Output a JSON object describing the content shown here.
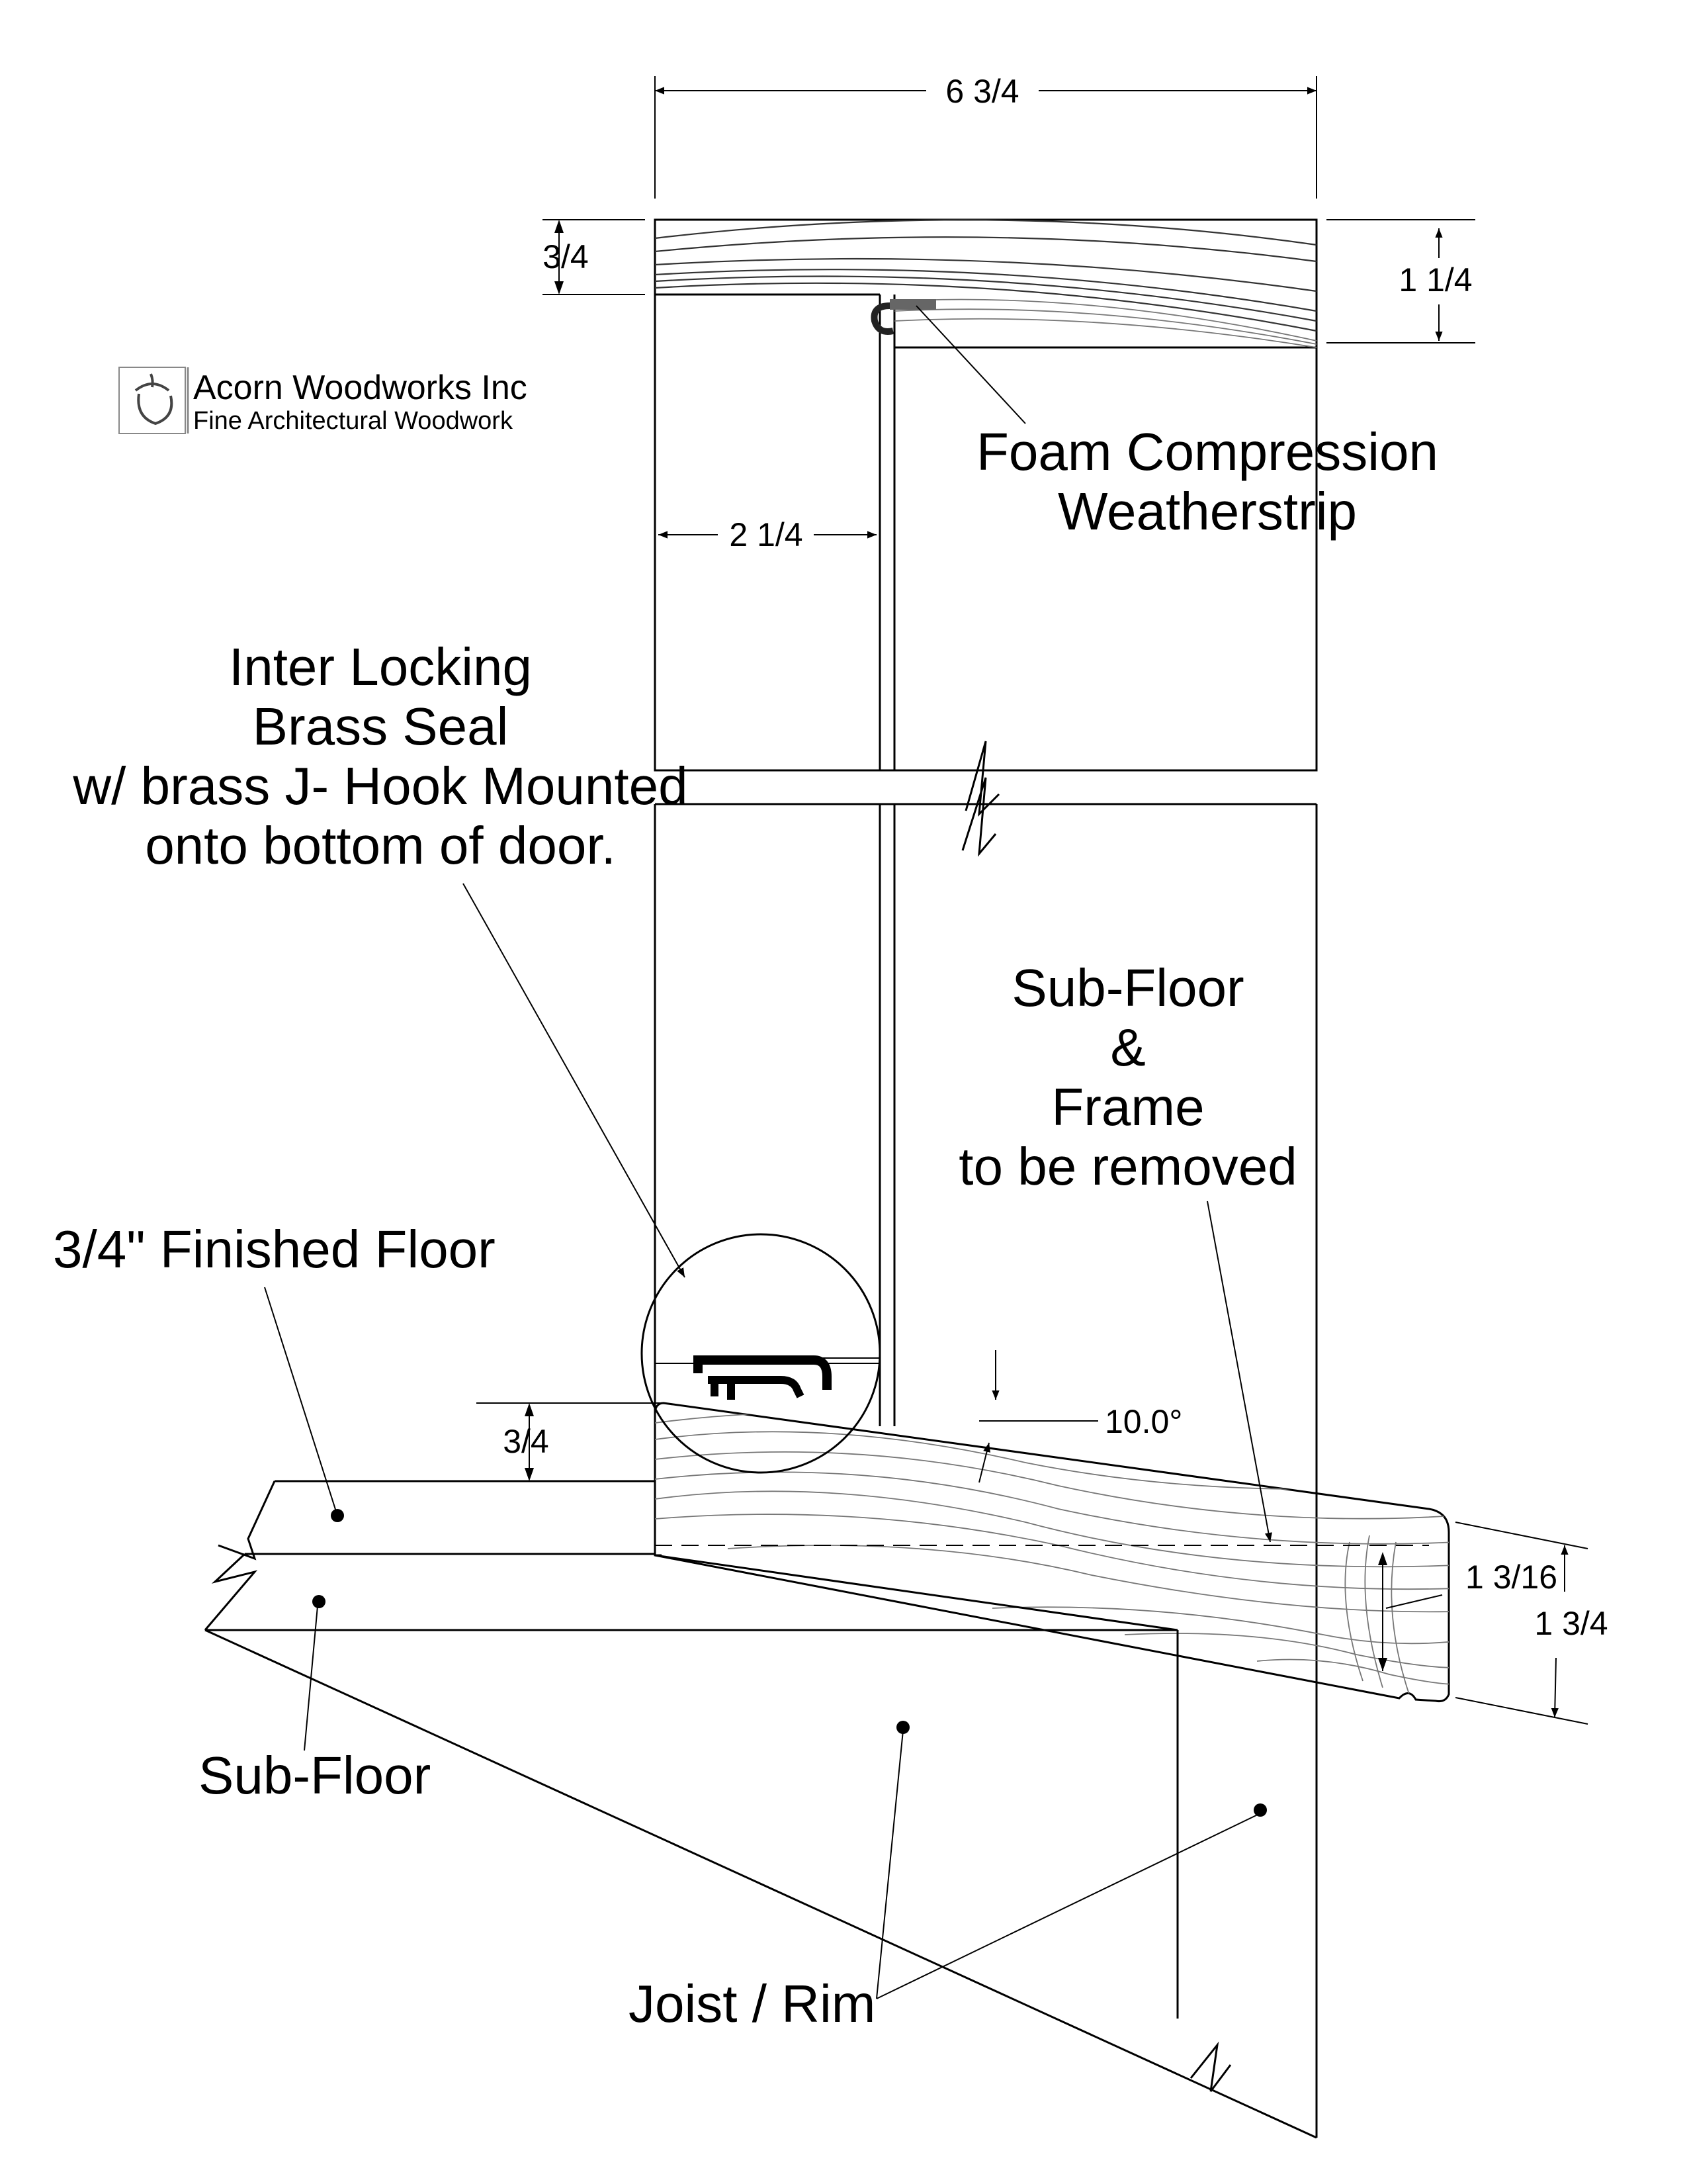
{
  "dimensions": {
    "overall_width": "6 3/4",
    "head_thickness": "3/4",
    "head_height": "1 1/4",
    "jamb_offset": "2 1/4",
    "finished_floor_thickness": "3/4",
    "sill_angle": "10.0°",
    "subfloor_depth": "1 3/16",
    "sill_depth": "1 3/4"
  },
  "labels": {
    "weatherstrip": [
      "Foam Compression",
      "Weatherstrip"
    ],
    "brass_seal": [
      "Inter Locking",
      "Brass Seal",
      "w/ brass J- Hook Mounted",
      "onto bottom of door."
    ],
    "subfloor_frame": [
      "Sub-Floor",
      "&",
      "Frame",
      "to be removed"
    ],
    "finished_floor": "3/4\" Finished Floor",
    "subfloor": "Sub-Floor",
    "joist": "Joist / Rim"
  },
  "logo": {
    "company": "Acorn Woodworks Inc",
    "tagline": "Fine Architectural Woodwork"
  }
}
